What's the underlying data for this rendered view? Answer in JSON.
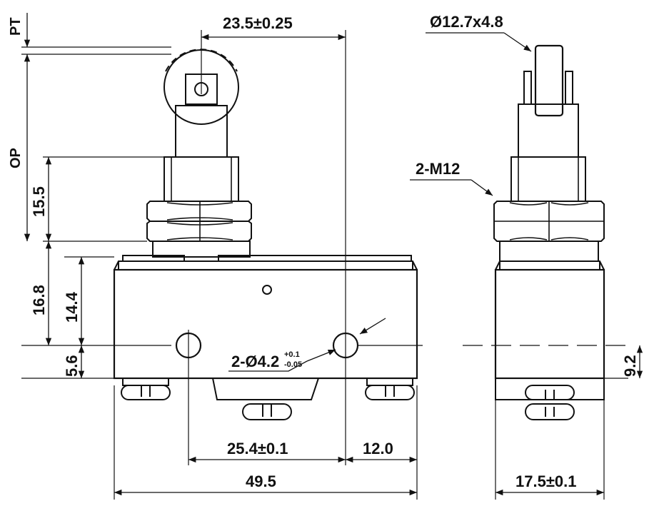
{
  "drawing": {
    "front_view": {
      "pt_label": "PT",
      "op_label": "OP",
      "top_width": "23.5±0.25",
      "plunger_height": "15.5",
      "height_outer": "16.8",
      "height_inner": "14.4",
      "hole_height": "5.6",
      "hole_spec_main": "2-Ø4.2",
      "hole_tol_upper": "+0.1",
      "hole_tol_lower": "-0.05",
      "hole_spacing": "25.4±0.1",
      "hole_to_edge": "12.0",
      "overall_width": "49.5"
    },
    "side_view": {
      "roller_spec": "Ø12.7x4.8",
      "thread_spec": "2-M12",
      "hole_height": "9.2",
      "width": "17.5±0.1"
    }
  }
}
